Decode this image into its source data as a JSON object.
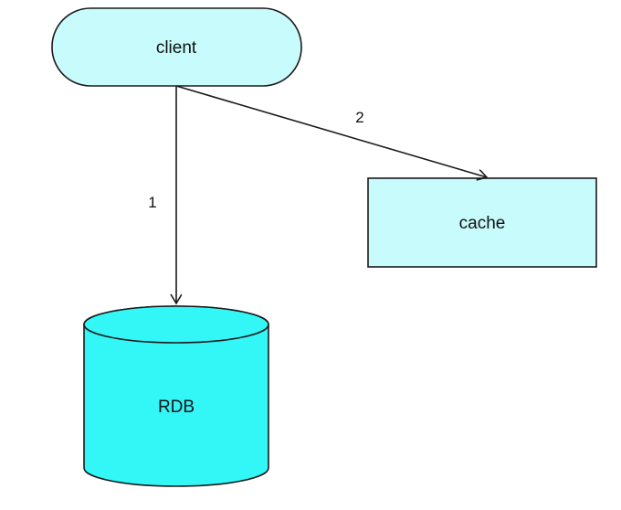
{
  "nodes": {
    "client": {
      "label": "client"
    },
    "cache": {
      "label": "cache"
    },
    "rdb": {
      "label": "RDB"
    }
  },
  "edges": [
    {
      "from": "client",
      "to": "rdb",
      "label": "1"
    },
    {
      "from": "client",
      "to": "cache",
      "label": "2"
    }
  ],
  "colors": {
    "client_fill": "#c8fbfc",
    "cache_fill": "#c8fbfc",
    "rdb_fill": "#33f6f7",
    "stroke": "#1a1a1a"
  }
}
